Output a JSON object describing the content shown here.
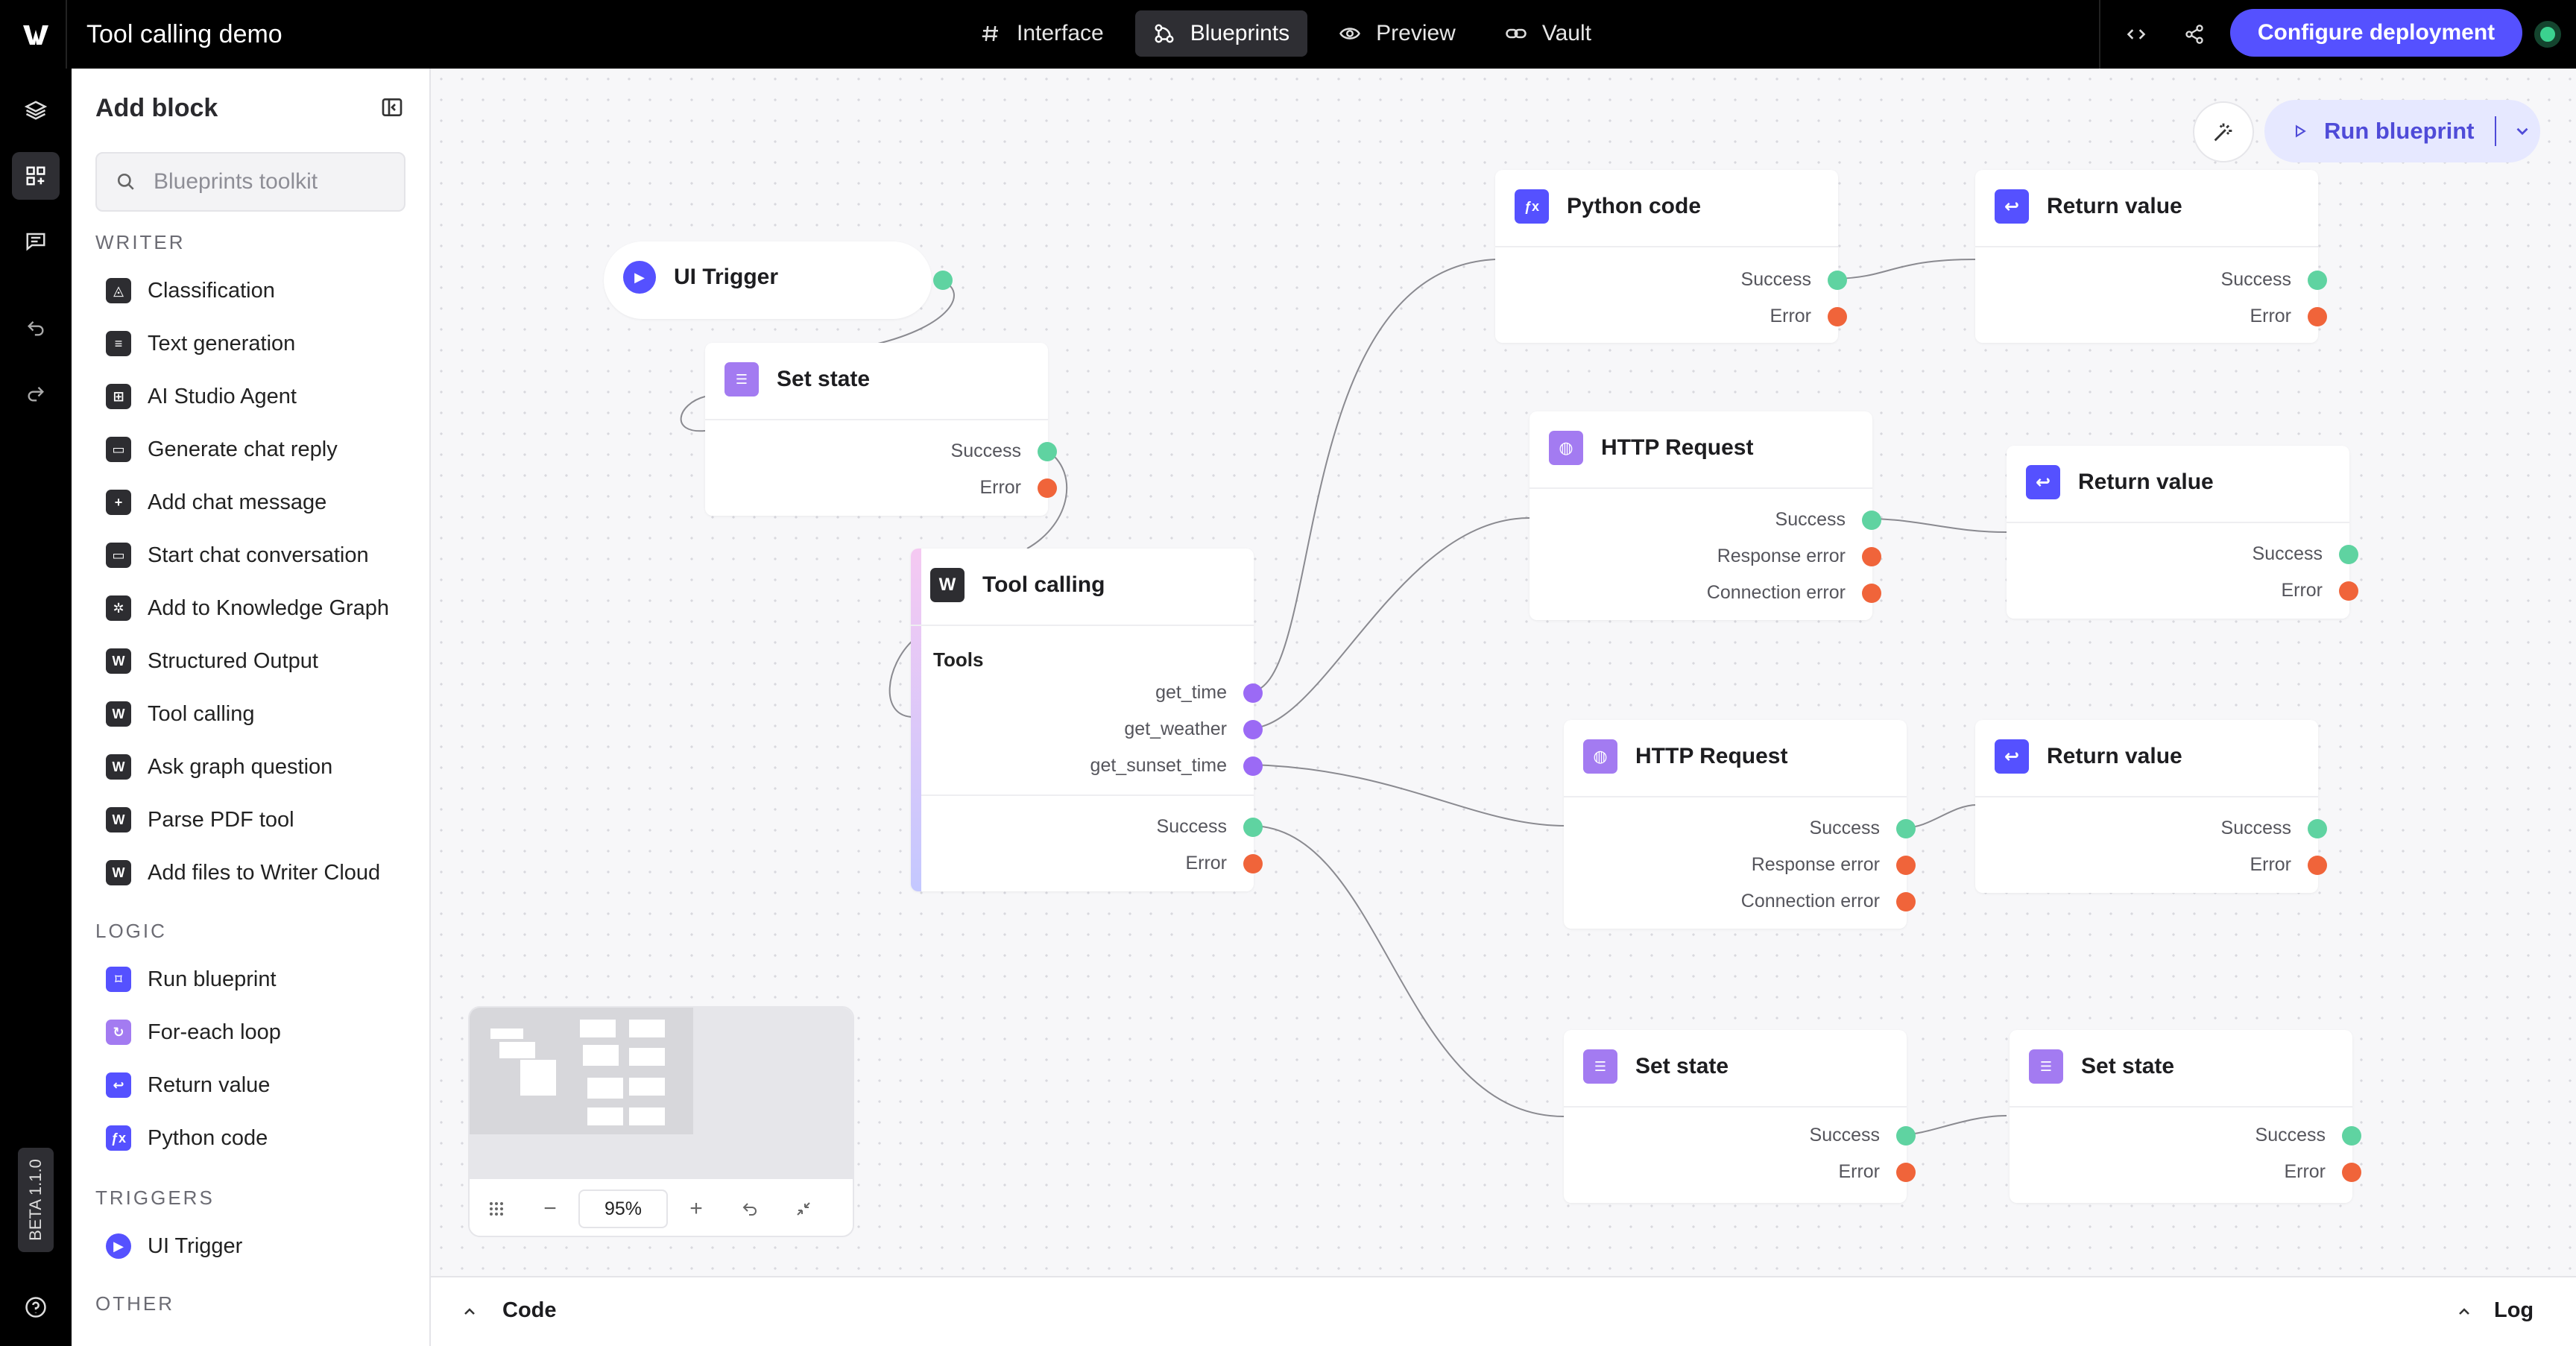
{
  "app": {
    "title": "Tool calling demo",
    "tabs": [
      {
        "label": "Interface",
        "icon": "hash-icon",
        "active": false
      },
      {
        "label": "Blueprints",
        "icon": "blueprint-icon",
        "active": true
      },
      {
        "label": "Preview",
        "icon": "eye-icon",
        "active": false
      },
      {
        "label": "Vault",
        "icon": "link-icon",
        "active": false
      }
    ],
    "deploy_label": "Configure deployment",
    "beta_label": "BETA 1.1.0"
  },
  "sidebar": {
    "title": "Add block",
    "search_placeholder": "Blueprints toolkit",
    "sections": [
      {
        "heading": "WRITER",
        "items": [
          "Classification",
          "Text generation",
          "AI Studio Agent",
          "Generate chat reply",
          "Add chat message",
          "Start chat conversation",
          "Add to Knowledge Graph",
          "Structured Output",
          "Tool calling",
          "Ask graph question",
          "Parse PDF tool",
          "Add files to Writer Cloud"
        ]
      },
      {
        "heading": "LOGIC",
        "items": [
          "Run blueprint",
          "For-each loop",
          "Return value",
          "Python code"
        ]
      },
      {
        "heading": "TRIGGERS",
        "items": [
          "UI Trigger"
        ]
      },
      {
        "heading": "OTHER",
        "items": []
      }
    ]
  },
  "canvas": {
    "run_label": "Run blueprint",
    "zoom": "95%",
    "nodes": {
      "ui_trigger": {
        "title": "UI Trigger"
      },
      "set_state_1": {
        "title": "Set state",
        "outputs": [
          "Success",
          "Error"
        ]
      },
      "tool_calling": {
        "title": "Tool calling",
        "tools_heading": "Tools",
        "tools": [
          "get_time",
          "get_weather",
          "get_sunset_time"
        ],
        "outputs": [
          "Success",
          "Error"
        ]
      },
      "python_code": {
        "title": "Python code",
        "outputs": [
          "Success",
          "Error"
        ]
      },
      "return_value_1": {
        "title": "Return value",
        "outputs": [
          "Success",
          "Error"
        ]
      },
      "http_request_1": {
        "title": "HTTP Request",
        "outputs": [
          "Success",
          "Response error",
          "Connection error"
        ]
      },
      "return_value_2": {
        "title": "Return value",
        "outputs": [
          "Success",
          "Error"
        ]
      },
      "http_request_2": {
        "title": "HTTP Request",
        "outputs": [
          "Success",
          "Response error",
          "Connection error"
        ]
      },
      "return_value_3": {
        "title": "Return value",
        "outputs": [
          "Success",
          "Error"
        ]
      },
      "set_state_2": {
        "title": "Set state",
        "outputs": [
          "Success",
          "Error"
        ]
      },
      "set_state_3": {
        "title": "Set state",
        "outputs": [
          "Success",
          "Error"
        ]
      }
    }
  },
  "bottom": {
    "code_label": "Code",
    "log_label": "Log"
  },
  "colors": {
    "accent": "#5551ff",
    "success_port": "#5fd3a1",
    "error_port": "#f0643a",
    "tool_port": "#9b6af5"
  }
}
